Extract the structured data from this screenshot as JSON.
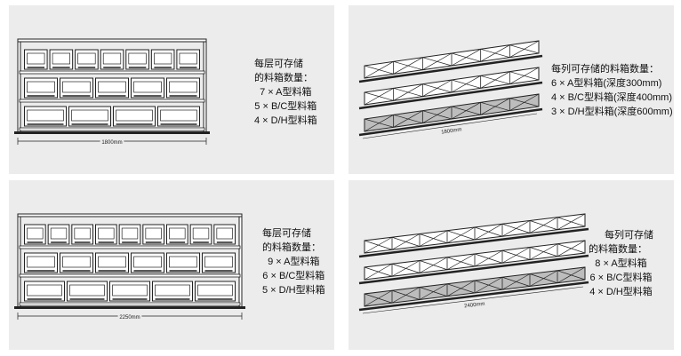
{
  "colors": {
    "panel_bg": "#ececec",
    "stroke": "#222222",
    "beam_fill": "#bdbdbd",
    "bin_fill": "#ffffff"
  },
  "panels": [
    {
      "view": "front-shelf",
      "dimension": "1800mm",
      "tiers": [
        7,
        5,
        4
      ],
      "spec": {
        "line1": "每层可存储",
        "line2": "的料箱数量：",
        "items": [
          "7 × A型料箱",
          "5 × B/C型料箱",
          "4 × D/H型料箱"
        ]
      }
    },
    {
      "view": "side-rails",
      "dimension": "1800mm",
      "spec": {
        "line1": "每列可存储的料箱数量：",
        "items": [
          "6 × A型料箱(深度300mm)",
          "4 × B/C型料箱(深度400mm)",
          "3 × D/H型料箱(深度600mm)"
        ]
      }
    },
    {
      "view": "front-shelf",
      "dimension": "2250mm",
      "tiers": [
        9,
        6,
        5
      ],
      "spec": {
        "line1": "每层可存储",
        "line2": "的料箱数量：",
        "items": [
          "9 × A型料箱",
          "6 × B/C型料箱",
          "5 × D/H型料箱"
        ]
      }
    },
    {
      "view": "side-rails",
      "dimension": "2400mm",
      "spec": {
        "line1": "每列可存储",
        "line2": "的料箱数量：",
        "items": [
          "8 × A型料箱",
          "6 × B/C型料箱",
          "4 × D/H型料箱"
        ]
      }
    }
  ]
}
